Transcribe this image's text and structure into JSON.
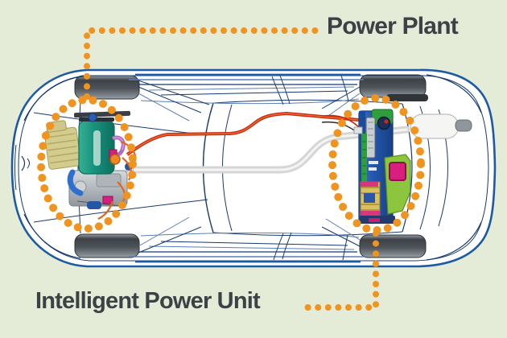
{
  "labels": {
    "power_plant": "Power Plant",
    "intelligent_power_unit": "Intelligent Power Unit"
  },
  "colors": {
    "background": "#e4ecd8",
    "dotted_orange": "#f0941f",
    "outline_blue": "#1d5aa6",
    "line_navy": "#173a72",
    "line_slate": "#5c7fb5",
    "label_text": "#3b4145",
    "body_white": "#ffffff",
    "engine_teal": "#17907b",
    "engine_airbox": "#d3cc8e",
    "engine_block_gray": "#b8bdc2",
    "hose_blue": "#2f6fd0",
    "wire_orange": "#e2641a",
    "ipu_blue": "#2458ad",
    "ipu_green": "#2f9e3f",
    "lime_green": "#8cc63e",
    "magenta": "#d81e7e",
    "cable_red": "#c62a10",
    "exhaust_silver": "#d6d6d6",
    "muffler_white": "#f5f5f3",
    "tire_dark": "#43484d"
  },
  "callouts": [
    {
      "label": "Power Plant",
      "position": "top-right",
      "points_to": "engine at front of car"
    },
    {
      "label": "Intelligent Power Unit",
      "position": "bottom-left",
      "points_to": "battery/power unit at rear of car"
    }
  ]
}
